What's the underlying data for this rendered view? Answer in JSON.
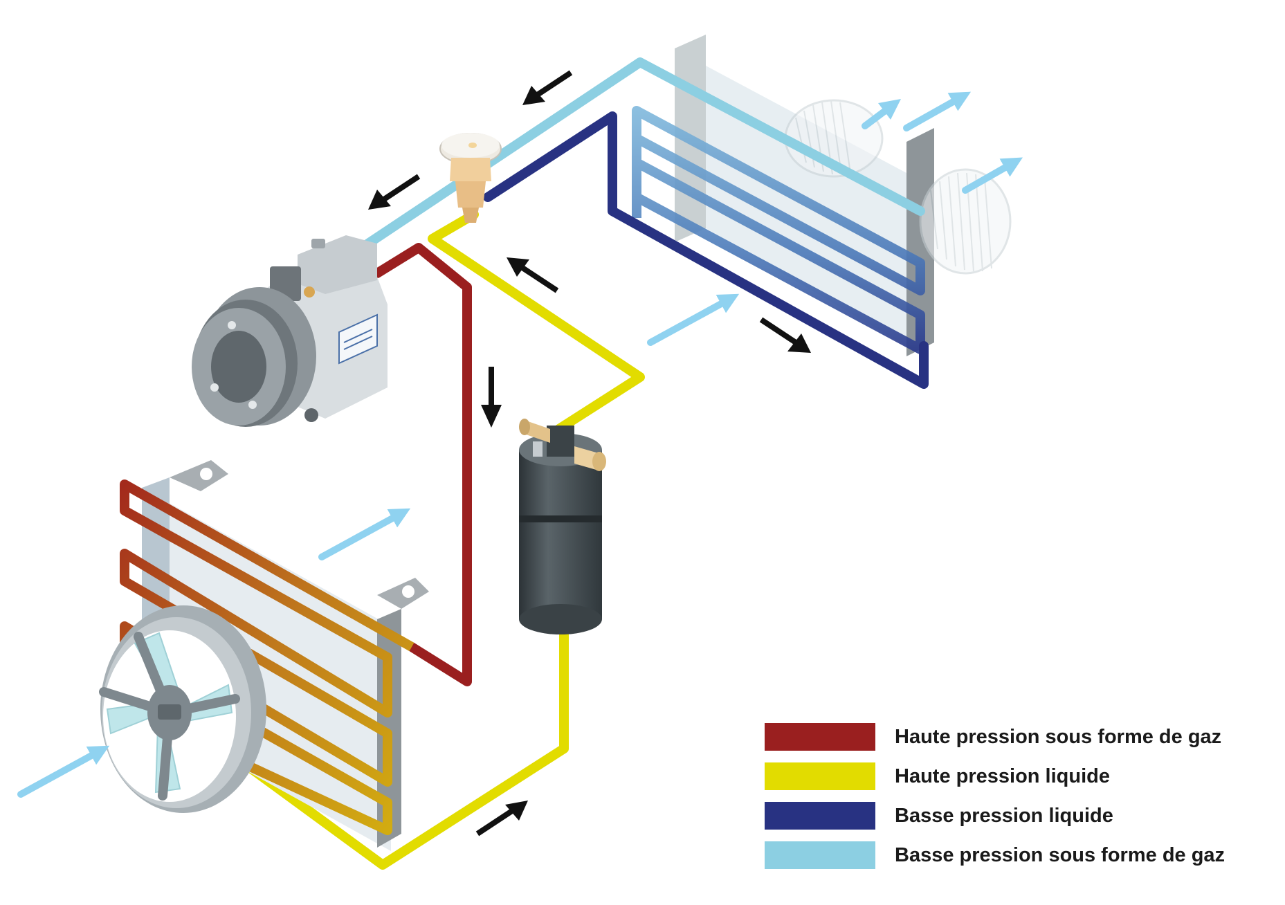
{
  "legend": {
    "items": [
      {
        "label": "Haute pression sous forme de gaz",
        "color": "#9a1f1f"
      },
      {
        "label": "Haute pression liquide",
        "color": "#e2dc00"
      },
      {
        "label": "Basse pression liquide",
        "color": "#283282"
      },
      {
        "label": "Basse pression sous forme de gaz",
        "color": "#8ccfe2"
      }
    ]
  },
  "colors": {
    "high_gas": "#9a1f1f",
    "high_liquid": "#e2dc00",
    "low_liquid": "#283282",
    "low_gas": "#8ccfe2",
    "flow_arrow": "#111111",
    "air_arrow": "#8fd2f0"
  },
  "components": [
    "compressor",
    "condenser",
    "condenser-fan",
    "receiver-drier",
    "expansion-valve",
    "evaporator",
    "blower-fan"
  ]
}
